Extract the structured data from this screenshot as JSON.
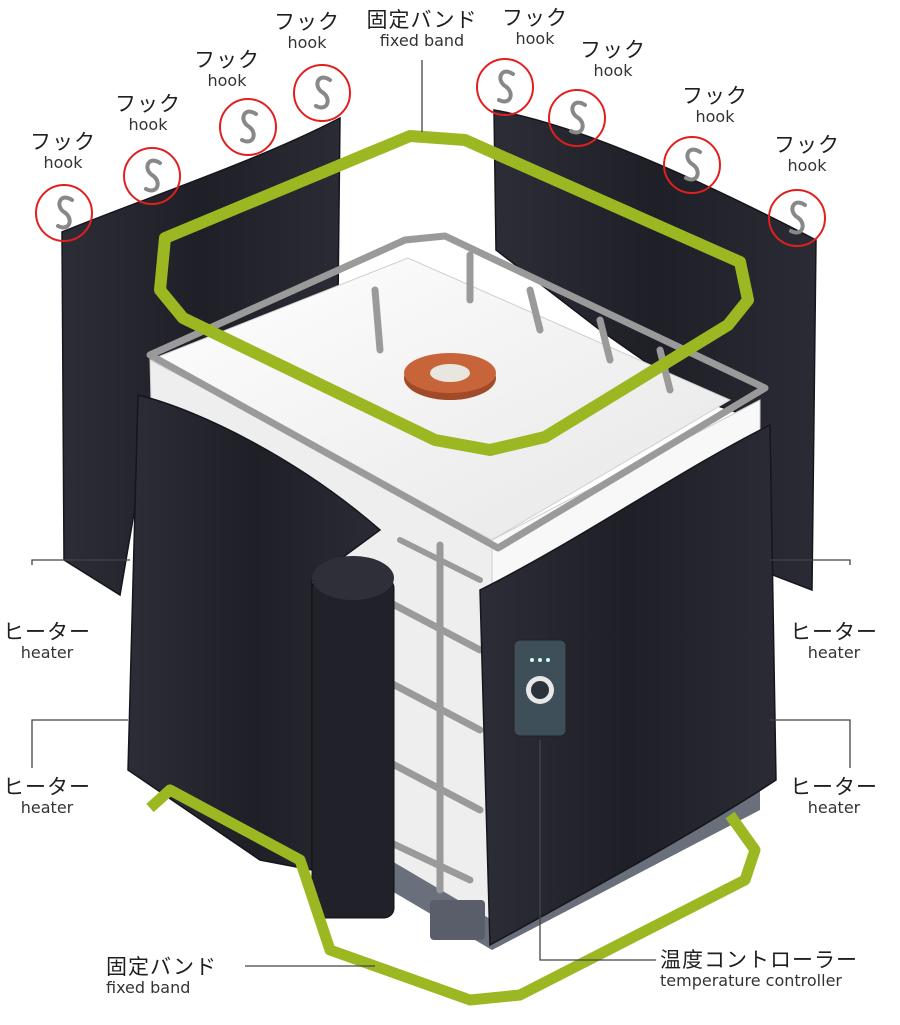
{
  "labels": {
    "band_top": {
      "ja": "固定バンド",
      "en": "fixed band"
    },
    "band_bottom": {
      "ja": "固定バンド",
      "en": "fixed band"
    },
    "hooks": [
      {
        "ja": "フック",
        "en": "hook"
      },
      {
        "ja": "フック",
        "en": "hook"
      },
      {
        "ja": "フック",
        "en": "hook"
      },
      {
        "ja": "フック",
        "en": "hook"
      },
      {
        "ja": "フック",
        "en": "hook"
      },
      {
        "ja": "フック",
        "en": "hook"
      },
      {
        "ja": "フック",
        "en": "hook"
      },
      {
        "ja": "フック",
        "en": "hook"
      }
    ],
    "heaters": [
      {
        "ja": "ヒーター",
        "en": "heater"
      },
      {
        "ja": "ヒーター",
        "en": "heater"
      },
      {
        "ja": "ヒーター",
        "en": "heater"
      },
      {
        "ja": "ヒーター",
        "en": "heater"
      }
    ],
    "controller": {
      "ja": "温度コントローラー",
      "en": "temperature controller"
    }
  },
  "colors": {
    "band": "#9bb822",
    "heater": "#23242c",
    "hook_circle": "#e02020",
    "cage": "#9a9a9a",
    "tank": "#f4f4f4",
    "cap": "#c8643a",
    "controller": "#3f4f5a"
  }
}
